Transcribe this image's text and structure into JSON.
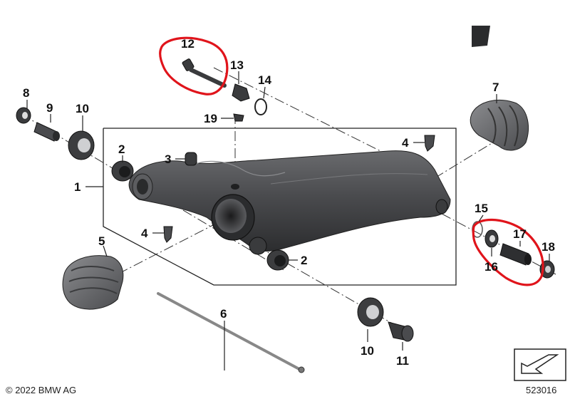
{
  "callouts": {
    "n1": "1",
    "n2a": "2",
    "n2b": "2",
    "n3": "3",
    "n4a": "4",
    "n4b": "4",
    "n5": "5",
    "n6": "6",
    "n7": "7",
    "n8": "8",
    "n9": "9",
    "n10a": "10",
    "n10b": "10",
    "n11": "11",
    "n12": "12",
    "n13": "13",
    "n14": "14",
    "n15": "15",
    "n16": "16",
    "n17": "17",
    "n18": "18",
    "n19": "19"
  },
  "footer": {
    "copyright": "© 2022 BMW AG",
    "diagram_number": "523016"
  },
  "colors": {
    "highlight": "#e0141b",
    "part_dark": "#3b3c3e",
    "part_mid": "#6e6f72"
  }
}
